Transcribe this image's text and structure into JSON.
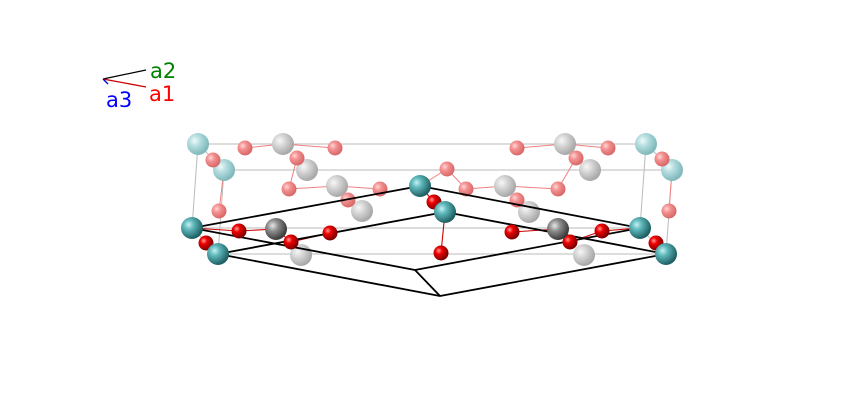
{
  "axes": {
    "a1": {
      "label": "a1",
      "color": "#ff0000"
    },
    "a2": {
      "label": "a2",
      "color": "#008000"
    },
    "a3": {
      "label": "a3",
      "color": "#0000ff"
    }
  },
  "colors": {
    "cell_front": "#000000",
    "cell_back": "#bbbbbb",
    "bond_faded": "#f08080",
    "bond_dark": "#cc0000",
    "teal": "#3a9a9e",
    "grey": "#808080",
    "red": "#ee0000"
  },
  "icons": {
    "axis_triad": "axis-triad-icon"
  }
}
